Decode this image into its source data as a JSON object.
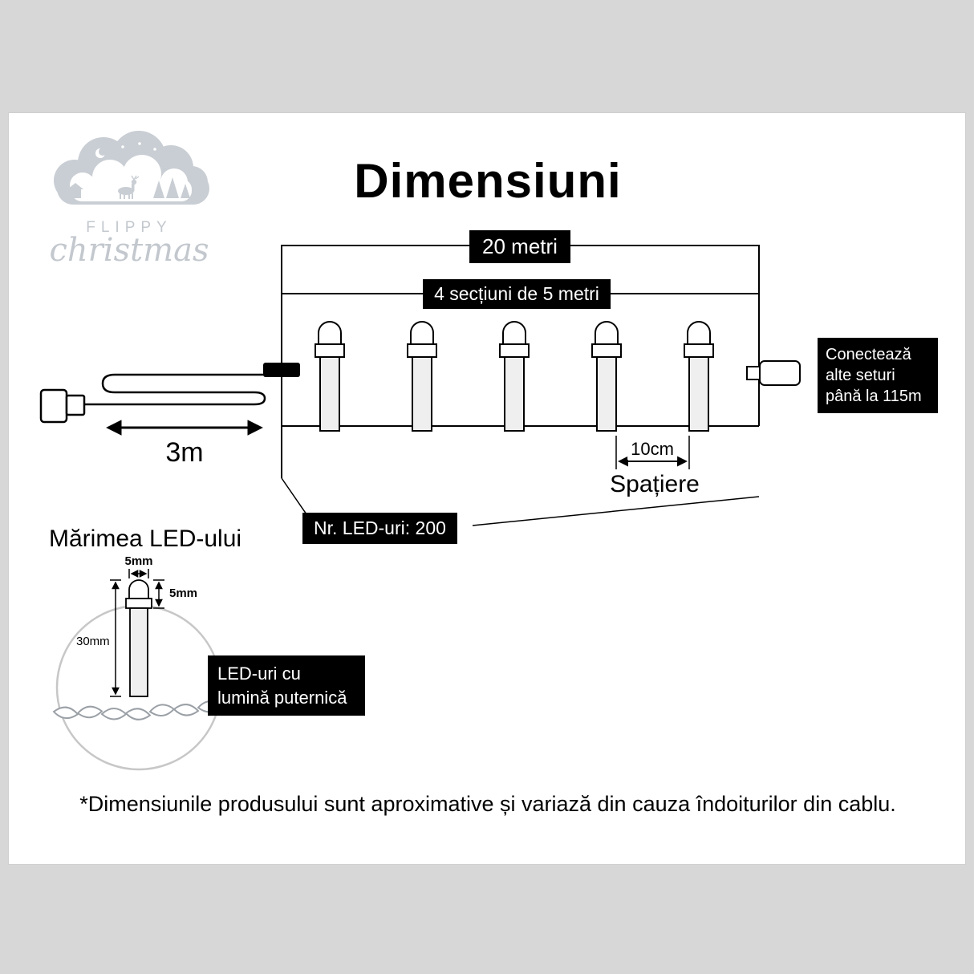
{
  "page": {
    "title": "Dimensiuni",
    "disclaimer": "*Dimensiunile produsului sunt aproximative și variază din cauza îndoiturilor din cablu."
  },
  "logo": {
    "brand": "FLIPPY",
    "script": "christmas"
  },
  "diagram": {
    "total_length": "20 metri",
    "sections": "4 secțiuni de 5 metri",
    "lead_length": "3m",
    "connector_note": "Conectează alte seturi până la 115m",
    "spacing_value": "10cm",
    "spacing_label": "Spațiere",
    "led_count": "Nr. LED-uri: 200"
  },
  "led_size": {
    "heading": "Mărimea LED-ului",
    "tip_width": "5mm",
    "tip_height": "5mm",
    "body_height": "30mm",
    "note": "LED-uri cu lumină puternică"
  },
  "colors": {
    "label_box": "#000000",
    "frame_background": "#d7d7d7",
    "logo_gray": "#c9ced4",
    "led_body": "#efefef"
  }
}
